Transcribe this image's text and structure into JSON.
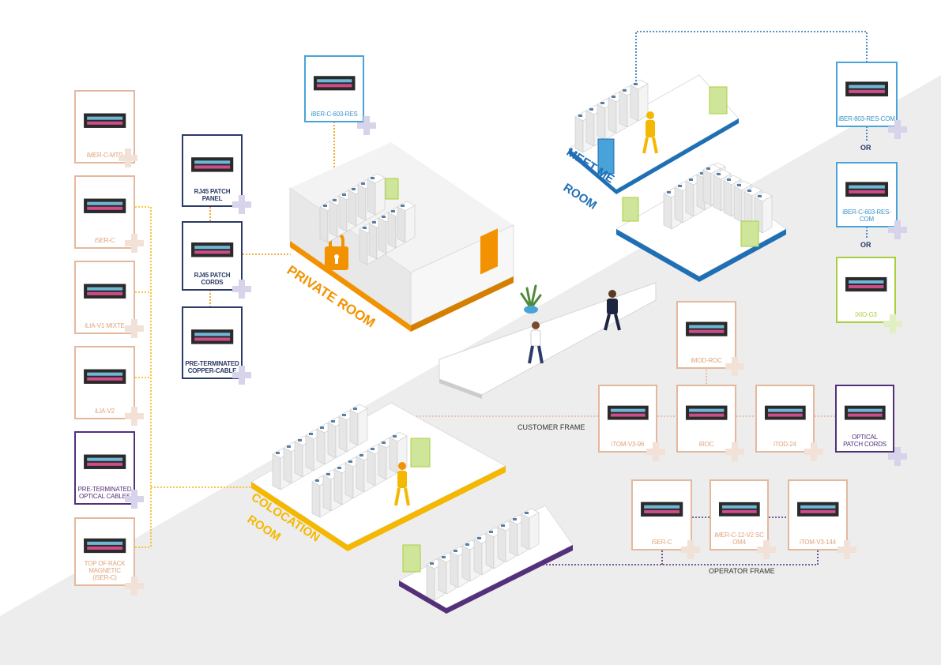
{
  "rooms": {
    "private": "PRIVATE ROOM",
    "meet_me_line1": "MEET ME",
    "meet_me_line2": "ROOM",
    "colocation_line1": "COLOCATION",
    "colocation_line2": "ROOM"
  },
  "left_column": [
    "iMER-C-MTP",
    "iSER-C",
    "iLIA-V1 MIXTE",
    "iLIA-V2",
    "PRE-TERMINATED\nOPTICAL CABLES",
    "TOP OF RACK\nMAGNETIC\n(iSER-C)"
  ],
  "copper_column": [
    "RJ45 PATCH\nPANEL",
    "RJ45 PATCH\nCORDS",
    "PRE-TERMINATED\nCOPPER-CABLE"
  ],
  "private_room_device": "iBER-C-603-RES",
  "meet_me_devices": [
    "iBER-803-RES-COM",
    "iBER-C-603-RES-COM",
    "iXIO-G3"
  ],
  "or_label": "OR",
  "customer_frame": {
    "label": "CUSTOMER FRAME",
    "top": "iMOD-ROC",
    "items": [
      "iTOM-V3-96",
      "iROC",
      "iTOD-24",
      "OPTICAL\nPATCH CORDS"
    ]
  },
  "operator_frame": {
    "label": "OPERATOR FRAME",
    "items": [
      "iSER-C",
      "iMER-C-12-V2 SC\nOM4",
      "iTOM-V3-144"
    ]
  },
  "colors": {
    "orange": "#f39200",
    "yellow": "#f5b800",
    "blue": "#1f6fb5",
    "purple": "#54307a",
    "navy": "#2b3a66",
    "light_blue": "#4aa3d8",
    "green": "#a9cf3d",
    "salmon": "#e4b89c"
  }
}
